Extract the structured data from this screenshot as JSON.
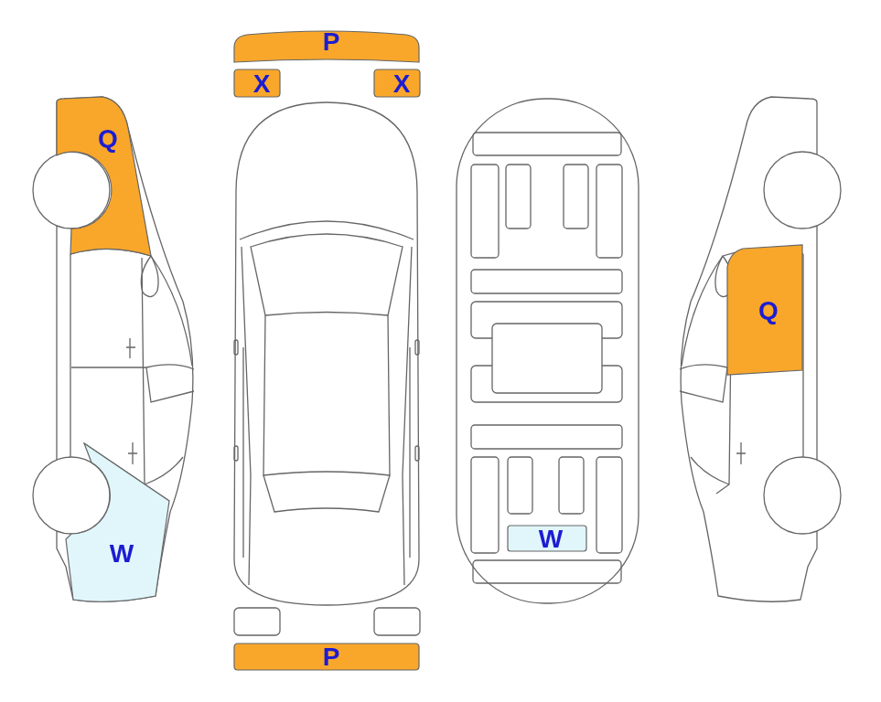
{
  "diagram": {
    "nodes": [
      {
        "text": [
          "P"
        ]
      },
      {
        "text": [
          "X"
        ]
      },
      {
        "text": [
          "X"
        ]
      },
      {
        "text": [
          "Q"
        ]
      },
      {
        "text": [
          "Q"
        ]
      },
      {
        "text": [
          "W"
        ]
      },
      {
        "text": [
          "W"
        ]
      },
      {
        "text": [
          "P"
        ]
      }
    ]
  }
}
